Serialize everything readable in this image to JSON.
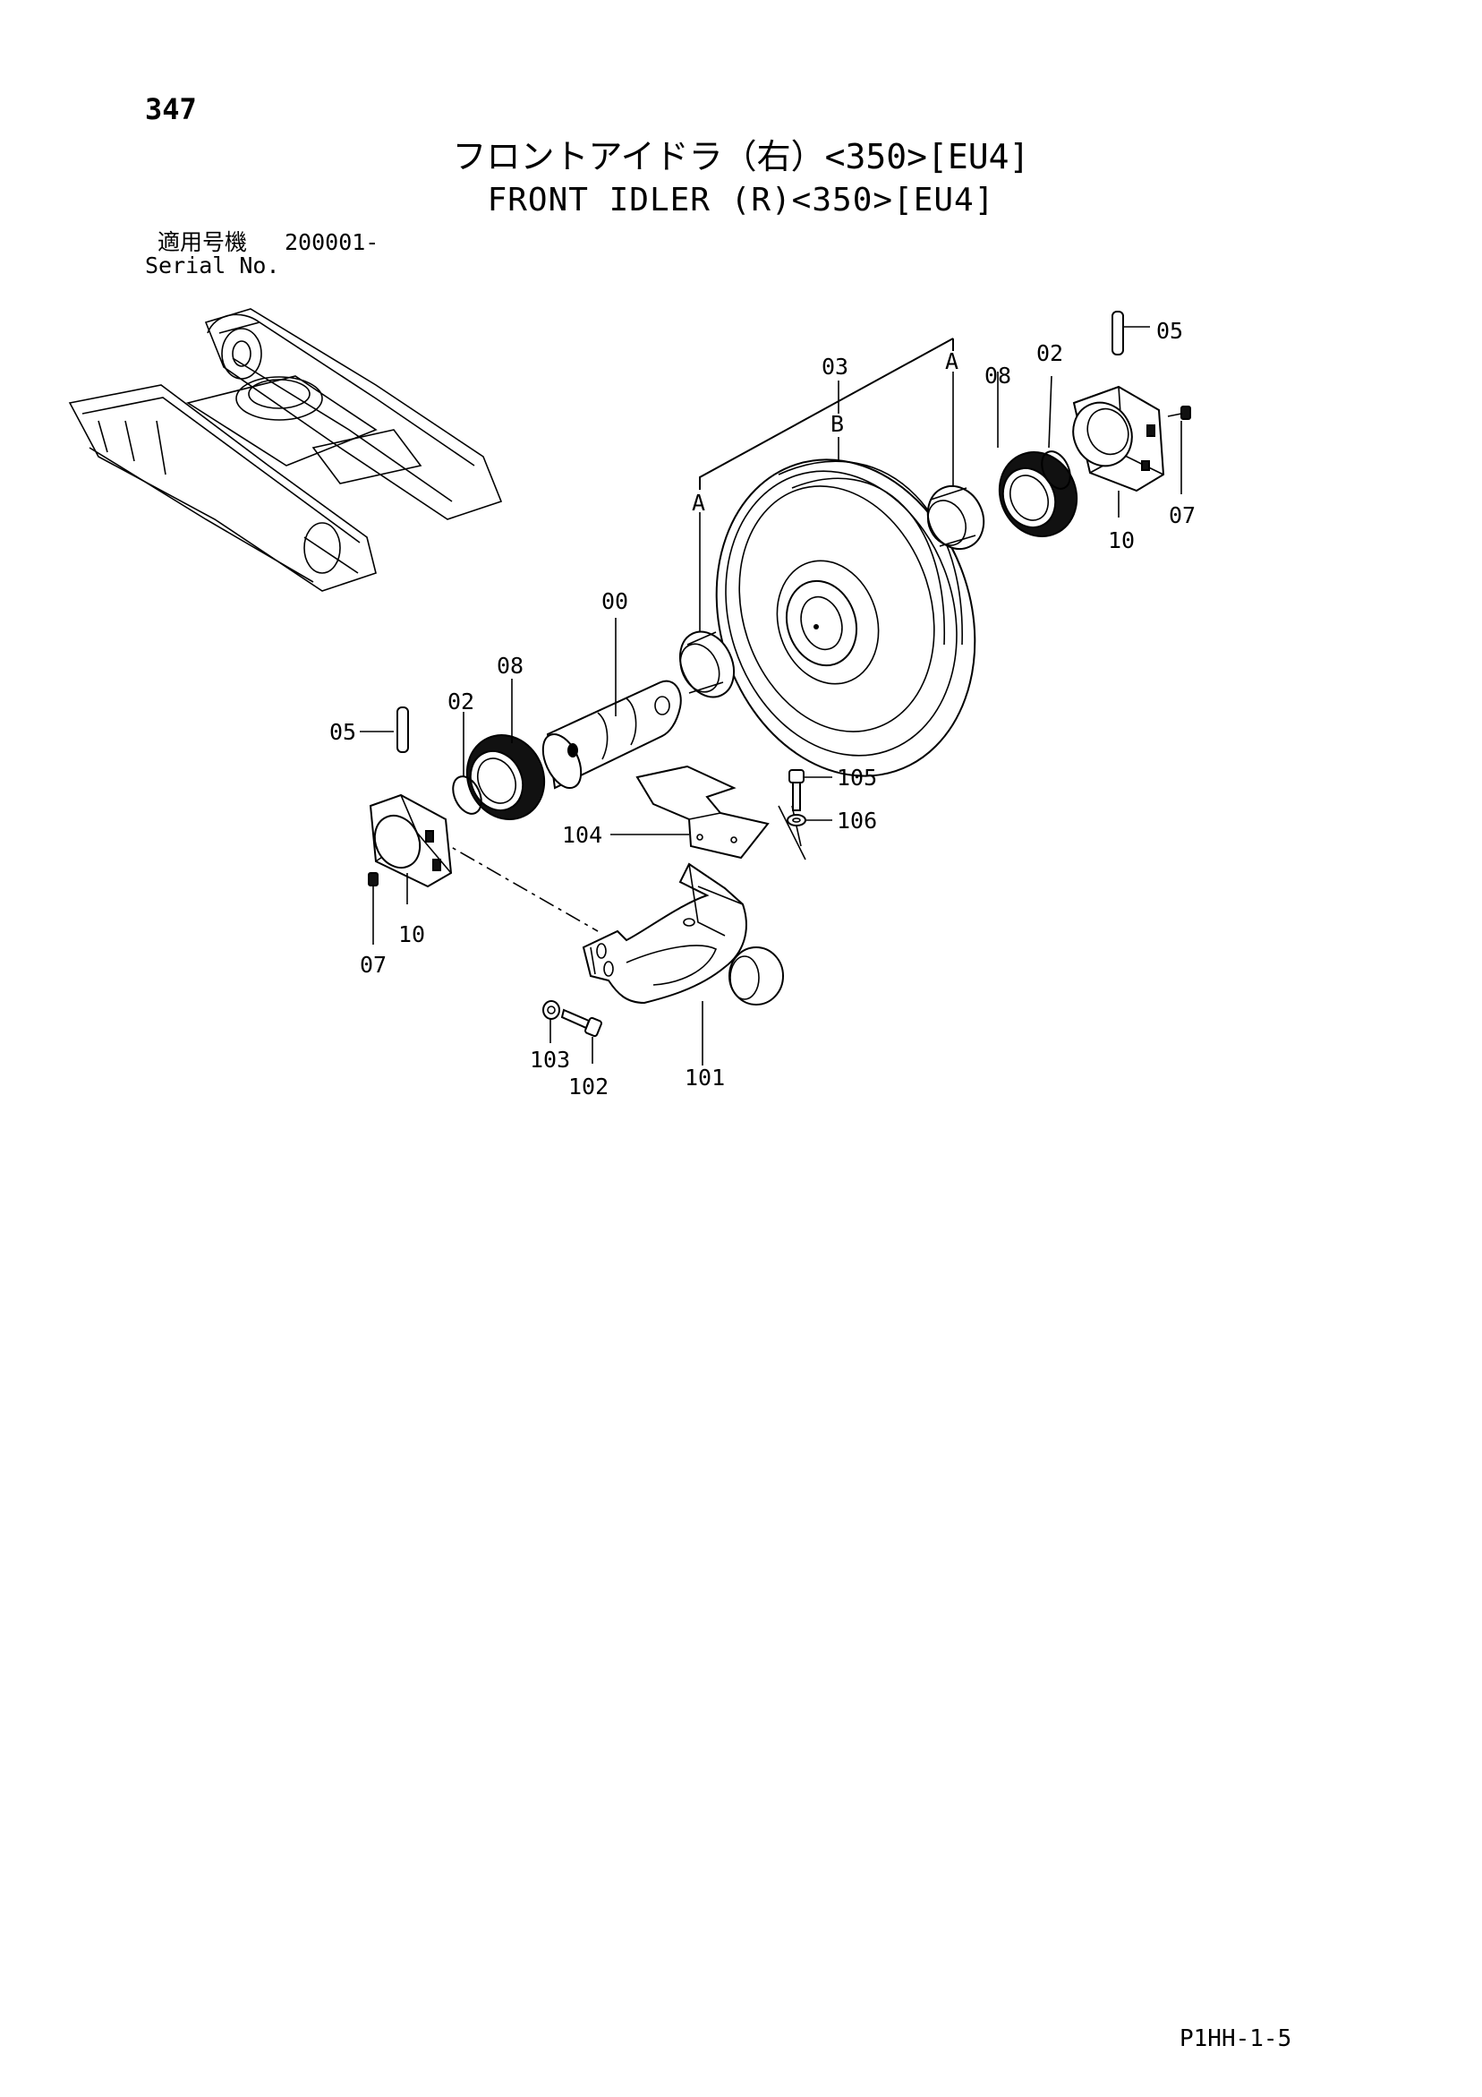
{
  "page_number": "347",
  "title_ja": "フロントアイドラ（右）<350>[EU4]",
  "title_en": "FRONT IDLER (R)<350>[EU4]",
  "serial": {
    "label_ja": "適用号機",
    "label_en": "Serial No.",
    "value": "200001-"
  },
  "callouts": {
    "c03": "03",
    "cB": "B",
    "cA_top": "A",
    "cA_left": "A",
    "c08_right": "08",
    "c02_right": "02",
    "c05_right": "05",
    "c07_right": "07",
    "c10_right": "10",
    "c00": "00",
    "c08_left": "08",
    "c02_left": "02",
    "c05_left": "05",
    "c10_left": "10",
    "c07_left": "07",
    "c105": "105",
    "c106": "106",
    "c104": "104",
    "c103": "103",
    "c102": "102",
    "c101": "101"
  },
  "footer_code": "P1HH-1-5"
}
